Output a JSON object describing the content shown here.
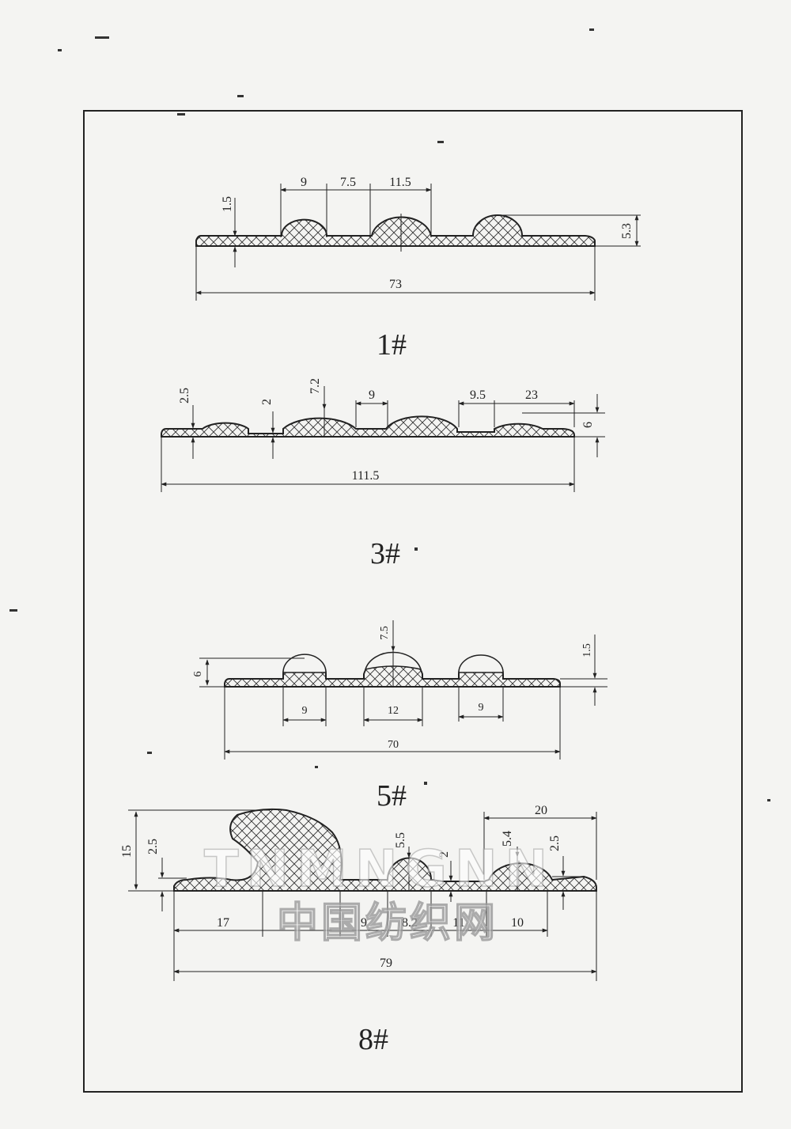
{
  "profiles": [
    {
      "label": "1#",
      "dims": {
        "height": "1.5",
        "w1": "9",
        "w2": "7.5",
        "w3": "11.5",
        "bump": "5.3",
        "total": "73"
      }
    },
    {
      "label": "3#",
      "dims": {
        "h1": "2.5",
        "h2": "2",
        "bump": "7.2",
        "w1": "9",
        "w2": "9.5",
        "w3": "23",
        "h3": "6",
        "total": "111.5"
      }
    },
    {
      "label": "5#",
      "dims": {
        "bump": "7.5",
        "base": "1.5",
        "h1": "6",
        "w1": "9",
        "w2": "12",
        "w3": "9",
        "total": "70"
      }
    },
    {
      "label": "8#",
      "dims": {
        "h1": "15",
        "h2": "2.5",
        "b1": "5.5",
        "g1": "2",
        "b2": "5.4",
        "h3": "2.5",
        "top": "20",
        "s1": "17",
        "s2": "9",
        "s3": "8.2",
        "s4": "11",
        "s5": "10",
        "total": "79"
      }
    }
  ],
  "watermark": {
    "latin": "TNMNGNN",
    "chinese": "中国纺织网"
  }
}
